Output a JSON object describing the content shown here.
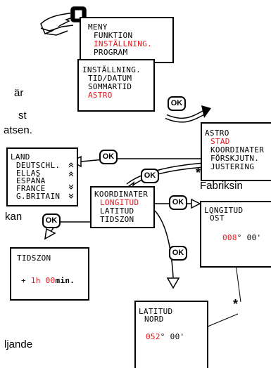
{
  "side_text": {
    "t1": "är",
    "t2": "st",
    "t3": "atsen.",
    "t4": "kan",
    "t5": "ljande",
    "fabriks": "Fabriksin"
  },
  "ok_label": "OK",
  "asterisk": "*",
  "menu_screen": {
    "line1": "MENY",
    "line2": "FUNKTION",
    "line3": "INSTÄLLNING.",
    "line4": "PROGRAM"
  },
  "settings_screen": {
    "line1": "INSTÄLLNING.",
    "line2": "TID/DATUM",
    "line3": "SOMMARTID",
    "line4": "ASTRO"
  },
  "astro_screen": {
    "line1": "ASTRO",
    "line2": "STAD",
    "line3": "KOORDINATER",
    "line4": "FÖRSKJUTN.",
    "line5": "JUSTERING"
  },
  "land_screen": {
    "title": "LAND",
    "countries": [
      "DEUTSCHL.",
      "ELLAS",
      "ESPAÑA",
      "FRANCE",
      "G.BRITAIN"
    ]
  },
  "coord_screen": {
    "line1": "KOORDINATER",
    "line2": "LONGITUD",
    "line3": "LATITUD",
    "line4": "TIDSZON"
  },
  "longitud_screen": {
    "line1": "LONGITUD",
    "line2": "ÖST",
    "degrees": "008",
    "deg_sym": "°",
    "minutes": "00'"
  },
  "tidszon_screen": {
    "title": "TIDSZON",
    "sign": "+",
    "hours": "1h",
    "minutes": "00",
    "min_label": "min."
  },
  "latitud_screen": {
    "line1": "LATITUD",
    "line2": "NORD",
    "degrees": "052",
    "deg_sym": "°",
    "minutes": "00'"
  }
}
